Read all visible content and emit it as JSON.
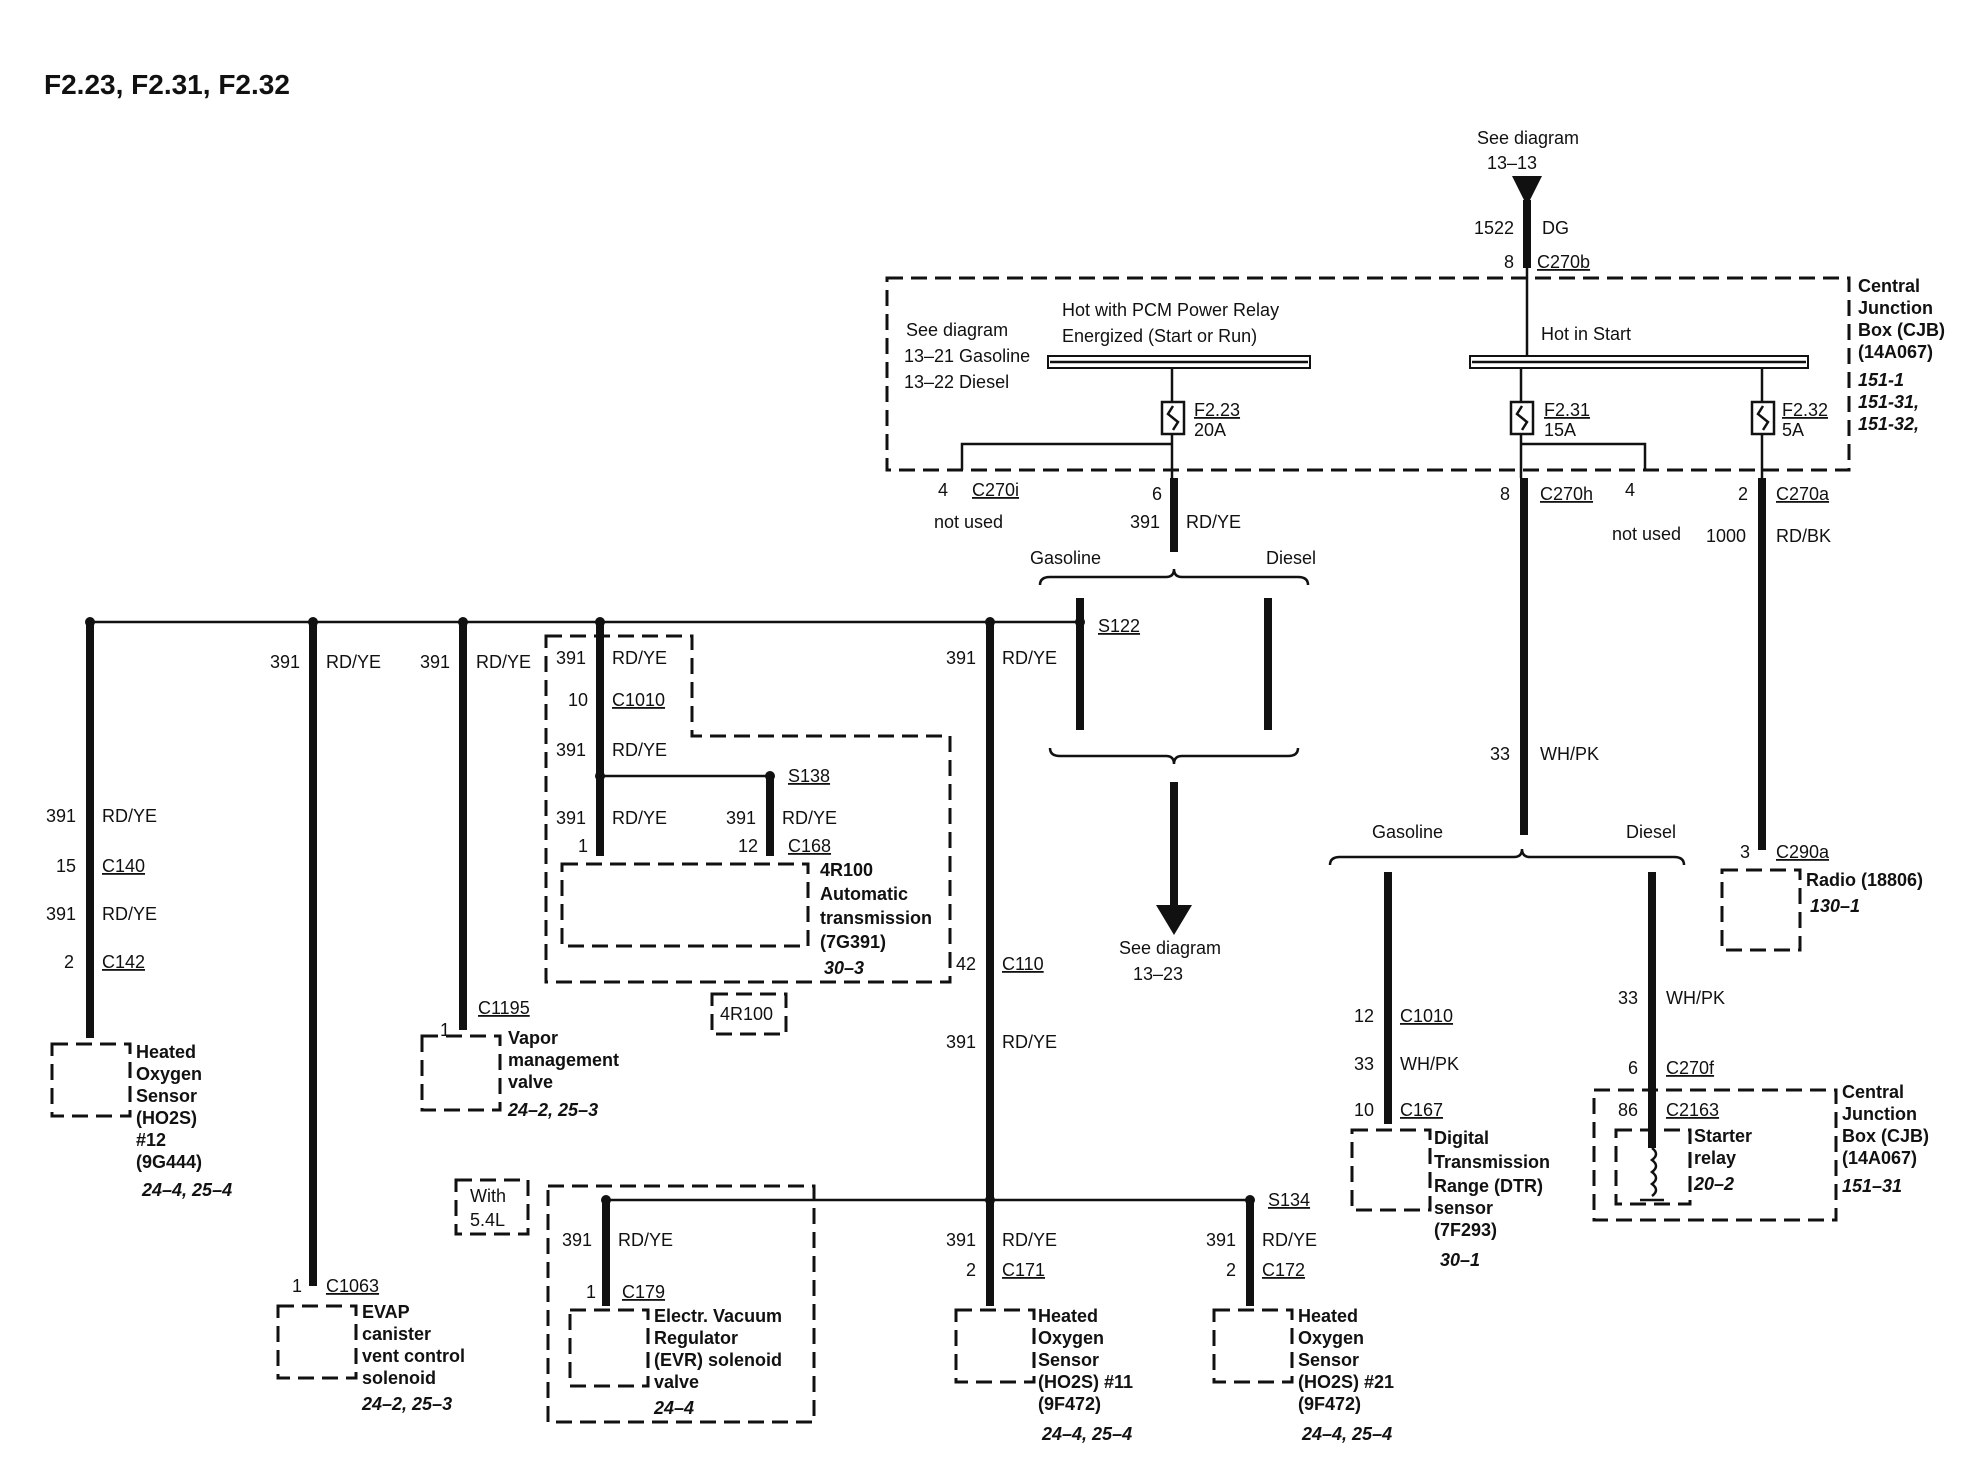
{
  "title": "F2.23, F2.31, F2.32",
  "top_ref": {
    "line1": "See diagram",
    "line2": "13–13"
  },
  "feed": {
    "circuit": "1522",
    "color": "DG",
    "pin": "8",
    "connector": "C270b"
  },
  "cjb": {
    "label": [
      "Central",
      "Junction",
      "Box (CJB)",
      "(14A067)"
    ],
    "refs": [
      "151-1",
      "151-31,",
      "151-32,"
    ],
    "see_diagram": [
      "See diagram",
      "13–21 Gasoline",
      "13–22 Diesel"
    ],
    "bus_pcm": [
      "Hot with PCM Power Relay",
      "Energized (Start or Run)"
    ],
    "bus_start": "Hot in Start"
  },
  "fuses": [
    {
      "name": "F2.23",
      "rating": "20A"
    },
    {
      "name": "F2.31",
      "rating": "15A"
    },
    {
      "name": "F2.32",
      "rating": "5A"
    }
  ],
  "outputs": {
    "c270i": {
      "pin": "4",
      "connector": "C270i",
      "note": "not used"
    },
    "pcm": {
      "pin": "6",
      "circuit": "391",
      "color": "RD/YE",
      "branch_a": "Gasoline",
      "branch_b": "Diesel",
      "splice": "S122"
    },
    "c270h": {
      "pin": "8",
      "connector": "C270h",
      "pin2": "4",
      "note": "not used",
      "circuit": "33",
      "color": "WH/PK",
      "branch_a": "Gasoline",
      "branch_b": "Diesel"
    },
    "c270a": {
      "pin": "2",
      "connector": "C270a",
      "circuit": "1000",
      "color": "RD/BK"
    }
  },
  "see_lower": {
    "line1": "See diagram",
    "line2": "13–23"
  },
  "ho2s12": {
    "w1": {
      "circuit": "391",
      "color": "RD/YE"
    },
    "c140": {
      "pin": "15",
      "connector": "C140"
    },
    "w2": {
      "circuit": "391",
      "color": "RD/YE"
    },
    "c142": {
      "pin": "2",
      "connector": "C142"
    },
    "label": [
      "Heated",
      "Oxygen",
      "Sensor",
      "(HO2S)",
      "#12",
      "(9G444)"
    ],
    "refs": "24–4, 25–4"
  },
  "evap": {
    "w": {
      "circuit": "391",
      "color": "RD/YE"
    },
    "conn": {
      "pin": "1",
      "connector": "C1063"
    },
    "label": [
      "EVAP",
      "canister",
      "vent control",
      "solenoid"
    ],
    "refs": "24–2, 25–3"
  },
  "vapor": {
    "w": {
      "circuit": "391",
      "color": "RD/YE"
    },
    "conn": {
      "pin": "1",
      "connector": "C1195"
    },
    "label": [
      "Vapor",
      "management",
      "valve"
    ],
    "refs": "24–2, 25–3"
  },
  "trans": {
    "w1": {
      "circuit": "391",
      "color": "RD/YE"
    },
    "c1010": {
      "pin": "10",
      "connector": "C1010"
    },
    "w2": {
      "circuit": "391",
      "color": "RD/YE"
    },
    "splice": "S138",
    "w3": {
      "circuit": "391",
      "color": "RD/YE"
    },
    "w4": {
      "circuit": "391",
      "color": "RD/YE"
    },
    "pin_a": "1",
    "pin_b": "12",
    "connector": "C168",
    "label": [
      "4R100",
      "Automatic",
      "transmission",
      "(7G391)"
    ],
    "refs": "30–3",
    "option": "4R100"
  },
  "main": {
    "w1": {
      "circuit": "391",
      "color": "RD/YE"
    },
    "c110": {
      "pin": "42",
      "connector": "C110"
    },
    "w2": {
      "circuit": "391",
      "color": "RD/YE"
    },
    "splice": "S134"
  },
  "with54": [
    "With",
    "5.4L"
  ],
  "evr": {
    "w": {
      "circuit": "391",
      "color": "RD/YE"
    },
    "conn": {
      "pin": "1",
      "connector": "C179"
    },
    "label": [
      "Electr. Vacuum",
      "Regulator",
      "(EVR) solenoid",
      "valve"
    ],
    "refs": "24–4"
  },
  "ho2s11": {
    "w": {
      "circuit": "391",
      "color": "RD/YE"
    },
    "conn": {
      "pin": "2",
      "connector": "C171"
    },
    "label": [
      "Heated",
      "Oxygen",
      "Sensor",
      "(HO2S) #11",
      "(9F472)"
    ],
    "refs": "24–4, 25–4"
  },
  "ho2s21": {
    "w": {
      "circuit": "391",
      "color": "RD/YE"
    },
    "conn": {
      "pin": "2",
      "connector": "C172"
    },
    "label": [
      "Heated",
      "Oxygen",
      "Sensor",
      "(HO2S) #21",
      "(9F472)"
    ],
    "refs": "24–4, 25–4"
  },
  "dtr": {
    "c1010": {
      "pin": "12",
      "connector": "C1010"
    },
    "w": {
      "circuit": "33",
      "color": "WH/PK"
    },
    "c167": {
      "pin": "10",
      "connector": "C167"
    },
    "label": [
      "Digital",
      "Transmission",
      "Range (DTR)",
      "sensor",
      "(7F293)"
    ],
    "refs": "30–1"
  },
  "starter": {
    "w": {
      "circuit": "33",
      "color": "WH/PK"
    },
    "c270f": {
      "pin": "6",
      "connector": "C270f"
    },
    "c2163": {
      "pin": "86",
      "connector": "C2163"
    },
    "relay": [
      "Starter",
      "relay"
    ],
    "relay_ref": "20–2",
    "cjb": [
      "Central",
      "Junction",
      "Box (CJB)",
      "(14A067)"
    ],
    "cjb_ref": "151–31"
  },
  "radio": {
    "conn": {
      "pin": "3",
      "connector": "C290a"
    },
    "label": "Radio (18806)",
    "refs": "130–1"
  }
}
